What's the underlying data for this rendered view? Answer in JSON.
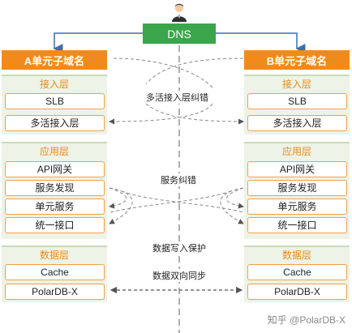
{
  "dns": {
    "label": "DNS"
  },
  "unit_a": {
    "title": "A单元子域名",
    "access": {
      "title": "接入层",
      "nodes": [
        "SLB",
        "多活接入层"
      ]
    },
    "app": {
      "title": "应用层",
      "nodes": [
        "API网关",
        "服务发现",
        "单元服务",
        "统一接口"
      ]
    },
    "data": {
      "title": "数据层",
      "nodes": [
        "Cache",
        "PolarDB-X"
      ]
    }
  },
  "unit_b": {
    "title": "B单元子域名",
    "access": {
      "title": "接入层",
      "nodes": [
        "SLB",
        "多活接入层"
      ]
    },
    "app": {
      "title": "应用层",
      "nodes": [
        "API网关",
        "服务发现",
        "单元服务",
        "统一接口"
      ]
    },
    "data": {
      "title": "数据层",
      "nodes": [
        "Cache",
        "PolarDB-X"
      ]
    }
  },
  "labels": {
    "access_correction": "多活接入层纠错",
    "service_correction": "服务纠错",
    "data_write_protect": "数据写入保护",
    "data_sync": "数据双向同步"
  },
  "watermark": "知乎 @PolarDB-X",
  "colors": {
    "dns": "#3aa54a",
    "unit_title": "#f28a1b",
    "node_border": "#f0a04b",
    "layer_bg": "#edf3e6"
  },
  "icons": {
    "top": "user-icon"
  }
}
